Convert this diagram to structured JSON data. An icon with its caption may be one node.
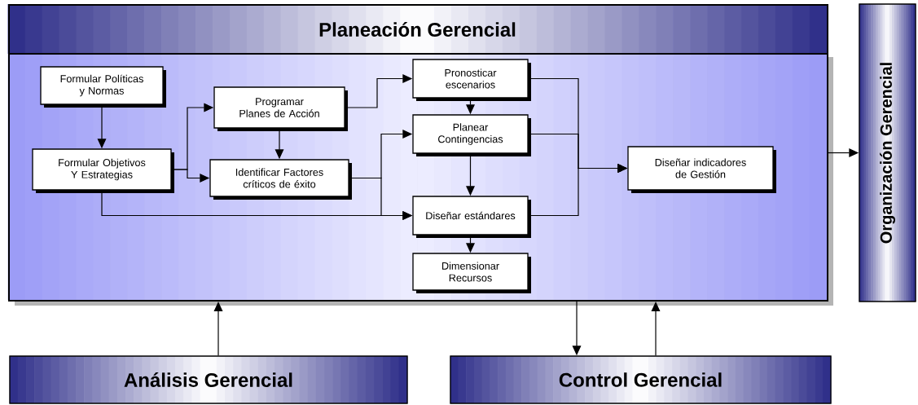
{
  "diagram": {
    "nodes": [
      {
        "text": [
          "Planeación Gerencial"
        ]
      },
      {
        "text": [
          "Formular Políticas y Normas"
        ],
        "in": 0
      },
      {
        "text": [
          "Formular Objetivos Y Estrategias"
        ],
        "in": 0
      },
      {
        "text": [
          "Programar Planes de Acción"
        ],
        "in": 0
      },
      {
        "text": [
          "Identificar Factores críticos de éxito"
        ],
        "in": 0
      },
      {
        "text": [
          "Pronosticar escenarios"
        ],
        "in": 0
      },
      {
        "text": [
          "Planear Contingencias"
        ],
        "in": 0
      },
      {
        "text": [
          "Diseñar estándares"
        ],
        "in": 0
      },
      {
        "text": [
          "Dimensionar Recursos"
        ],
        "in": 0
      },
      {
        "text": [
          "Diseñar indicadores de Gestión"
        ],
        "in": 0
      },
      {
        "text": [
          "Organización Gerencial"
        ]
      },
      {
        "text": [
          "Análisis Gerencial"
        ]
      },
      {
        "text": [
          "Control Gerencial"
        ]
      }
    ],
    "edges": [
      {
        "from": 1,
        "to": 2,
        "arrow": "to"
      },
      {
        "from": 2,
        "to": 3,
        "arrow": "to"
      },
      {
        "from": 2,
        "to": 4,
        "arrow": "to"
      },
      {
        "from": 3,
        "to": 4,
        "arrow": "to"
      },
      {
        "from": 3,
        "to": 5,
        "arrow": "to"
      },
      {
        "from": 4,
        "to": 6,
        "arrow": "to"
      },
      {
        "from": 4,
        "to": 7,
        "arrow": "to"
      },
      {
        "from": 2,
        "to": 7,
        "arrow": "to"
      },
      {
        "from": 5,
        "to": 6,
        "arrow": "to"
      },
      {
        "from": 6,
        "to": 7,
        "arrow": "to"
      },
      {
        "from": 7,
        "to": 8,
        "arrow": "to"
      },
      {
        "from": 5,
        "to": 9,
        "arrow": "to"
      },
      {
        "from": 6,
        "to": 9,
        "arrow": "to"
      },
      {
        "from": 7,
        "to": 9,
        "arrow": "to"
      },
      {
        "from": 0,
        "to": 10,
        "arrow": "to"
      },
      {
        "from": 11,
        "to": 0,
        "arrow": "to"
      },
      {
        "from": 0,
        "to": 12,
        "arrow": "to"
      },
      {
        "from": 12,
        "to": 0,
        "arrow": "to"
      }
    ]
  }
}
